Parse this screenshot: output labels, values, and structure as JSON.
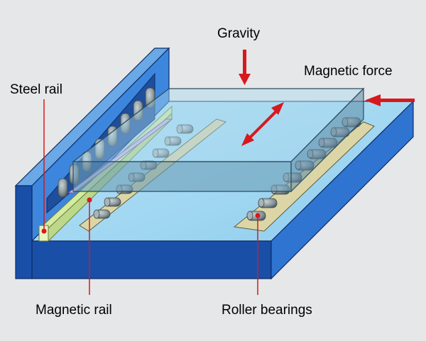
{
  "labels": {
    "gravity": "Gravity",
    "magnetic_force": "Magnetic force",
    "steel_rail": "Steel rail",
    "magnetic_rail": "Magnetic rail",
    "roller_bearings": "Roller bearings"
  },
  "colors": {
    "background": "#e6e7e8",
    "base_top": "#a9dcf2",
    "base_front": "#1a4fa8",
    "base_side": "#2f74d0",
    "wall_face": "#2f74d0",
    "steel_rail": "#d5eca0",
    "magnetic_rail": "#c8b8e6",
    "platform": "#7fb0c9",
    "roller": "#8d9a9e",
    "callout": "#d7191f"
  },
  "icons": {
    "gravity_arrow": "arrow-down-icon",
    "magnetic_force_arrow": "arrow-left-icon",
    "motion_arrow": "double-arrow-icon"
  }
}
